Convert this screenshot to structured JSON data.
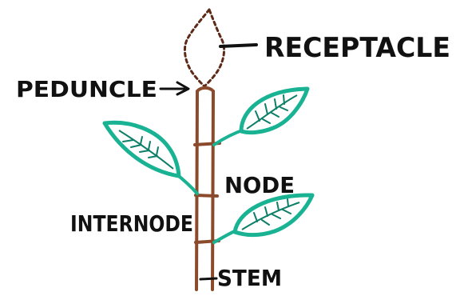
{
  "labels": {
    "receptacle": "RECEPTACLE",
    "peduncle": "PEDUNCLE",
    "node": "NODE",
    "internode": "INTERNODE",
    "stem": "STEM"
  },
  "colors": {
    "stem": "#8b4a2b",
    "leaf": "#19b394",
    "leaf_vein": "#0d7f68",
    "text": "#111111",
    "receptacle_outline": "#5c2a17",
    "arrow": "#111111"
  }
}
